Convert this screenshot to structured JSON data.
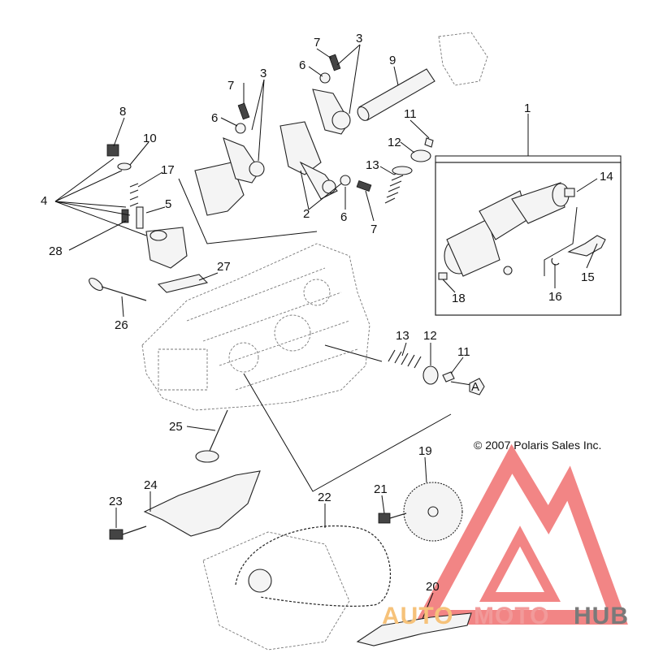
{
  "labels": {
    "l1": "1",
    "l2": "2",
    "l3a": "3",
    "l3b": "3",
    "l4": "4",
    "l5": "5",
    "l6a": "6",
    "l6b": "6",
    "l6c": "6",
    "l7a": "7",
    "l7b": "7",
    "l7c": "7",
    "l8": "8",
    "l9": "9",
    "l10": "10",
    "l11a": "11",
    "l11b": "11",
    "l12a": "12",
    "l12b": "12",
    "l13a": "13",
    "l13b": "13",
    "l14": "14",
    "l15": "15",
    "l16": "16",
    "l17": "17",
    "l18": "18",
    "l19": "19",
    "l20": "20",
    "l21": "21",
    "l22": "22",
    "l23": "23",
    "l24": "24",
    "l25": "25",
    "l26": "26",
    "l27": "27",
    "l28": "28"
  },
  "marker": "A",
  "copyright": "© 2007 Polaris Sales Inc.",
  "watermark": {
    "part1": "AUTO",
    "part2": "MOTO",
    "part3": "HUB"
  },
  "colors": {
    "logo_red": "#f07070",
    "logo_orange": "#f6c27a",
    "logo_gray": "#7a7a7a"
  }
}
